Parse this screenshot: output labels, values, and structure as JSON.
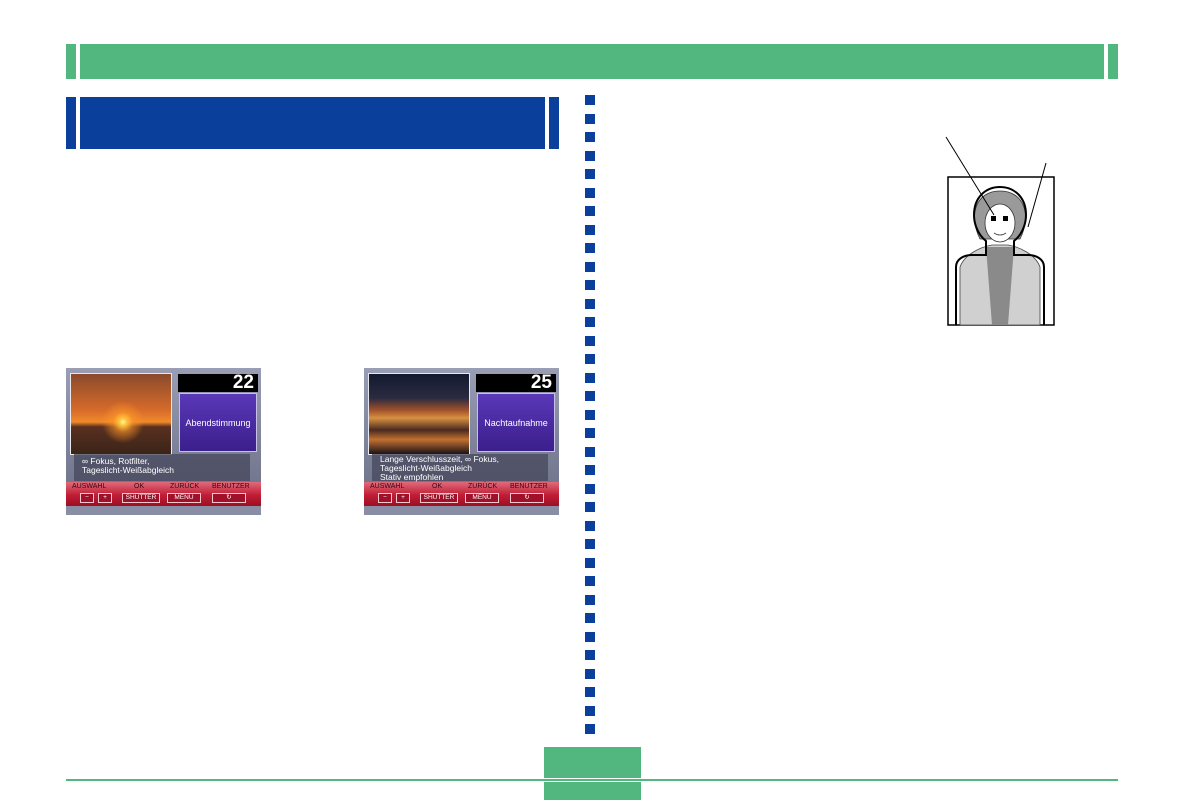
{
  "colors": {
    "green": "#52b77f",
    "blue": "#0a409b"
  },
  "screens": [
    {
      "counter": "22",
      "mode": "Abendstimmung",
      "desc": [
        "∞ Fokus, Rotfilter,",
        "Tageslicht-Weißabgleich"
      ],
      "controls": {
        "auswahl": "AUSWAHL",
        "ok": "OK",
        "zuruck": "ZURÜCK",
        "benutzer": "BENUTZER",
        "minus": "−",
        "plus": "+",
        "shutter": "SHUTTER",
        "menu": "MENU",
        "icon": "↻"
      }
    },
    {
      "counter": "25",
      "mode": "Nachtaufnahme",
      "desc": [
        "Lange Verschlusszeit, ∞ Fokus,",
        "Tageslicht-Weißabgleich",
        "Stativ empfohlen"
      ],
      "controls": {
        "auswahl": "AUSWAHL",
        "ok": "OK",
        "zuruck": "ZURÜCK",
        "benutzer": "BENUTZER",
        "minus": "−",
        "plus": "+",
        "shutter": "SHUTTER",
        "menu": "MENU",
        "icon": "↻"
      }
    }
  ]
}
